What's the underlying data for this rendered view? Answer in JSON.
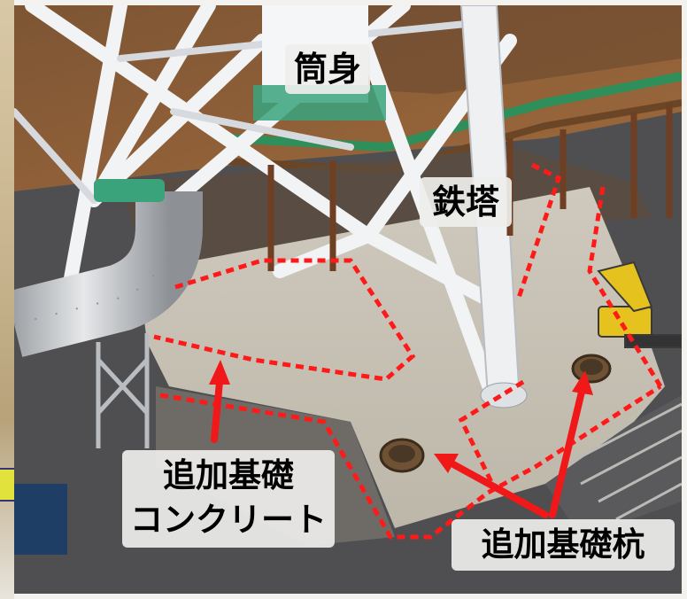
{
  "labels": {
    "stack": "筒身",
    "tower": "鉄塔",
    "concrete_line1": "追加基礎",
    "concrete_line2": "コンクリート",
    "piles": "追加基礎杭"
  },
  "colors": {
    "outline": "#ff1a1a",
    "arrow": "#f01818",
    "label_bg": "#eeeeec",
    "steel": "#e9ecee",
    "deck": "#8a5a36",
    "concrete": "#c9c4b8",
    "asphalt": "#5e5e60"
  }
}
